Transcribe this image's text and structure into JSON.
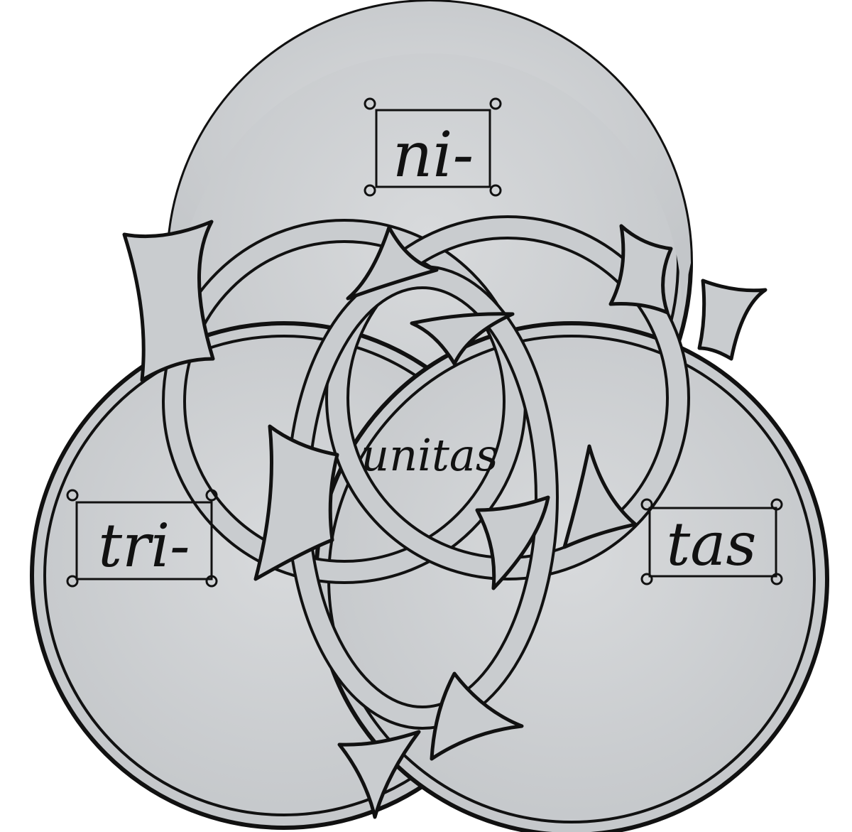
{
  "labels": {
    "top": "ni-",
    "left": "tri-",
    "right": "tas",
    "center": "unitas"
  },
  "colors": {
    "disc_fill": "#c9cccf",
    "disc_fill_light": "#d6d8da",
    "outline": "#111111",
    "background": "#ffffff"
  }
}
